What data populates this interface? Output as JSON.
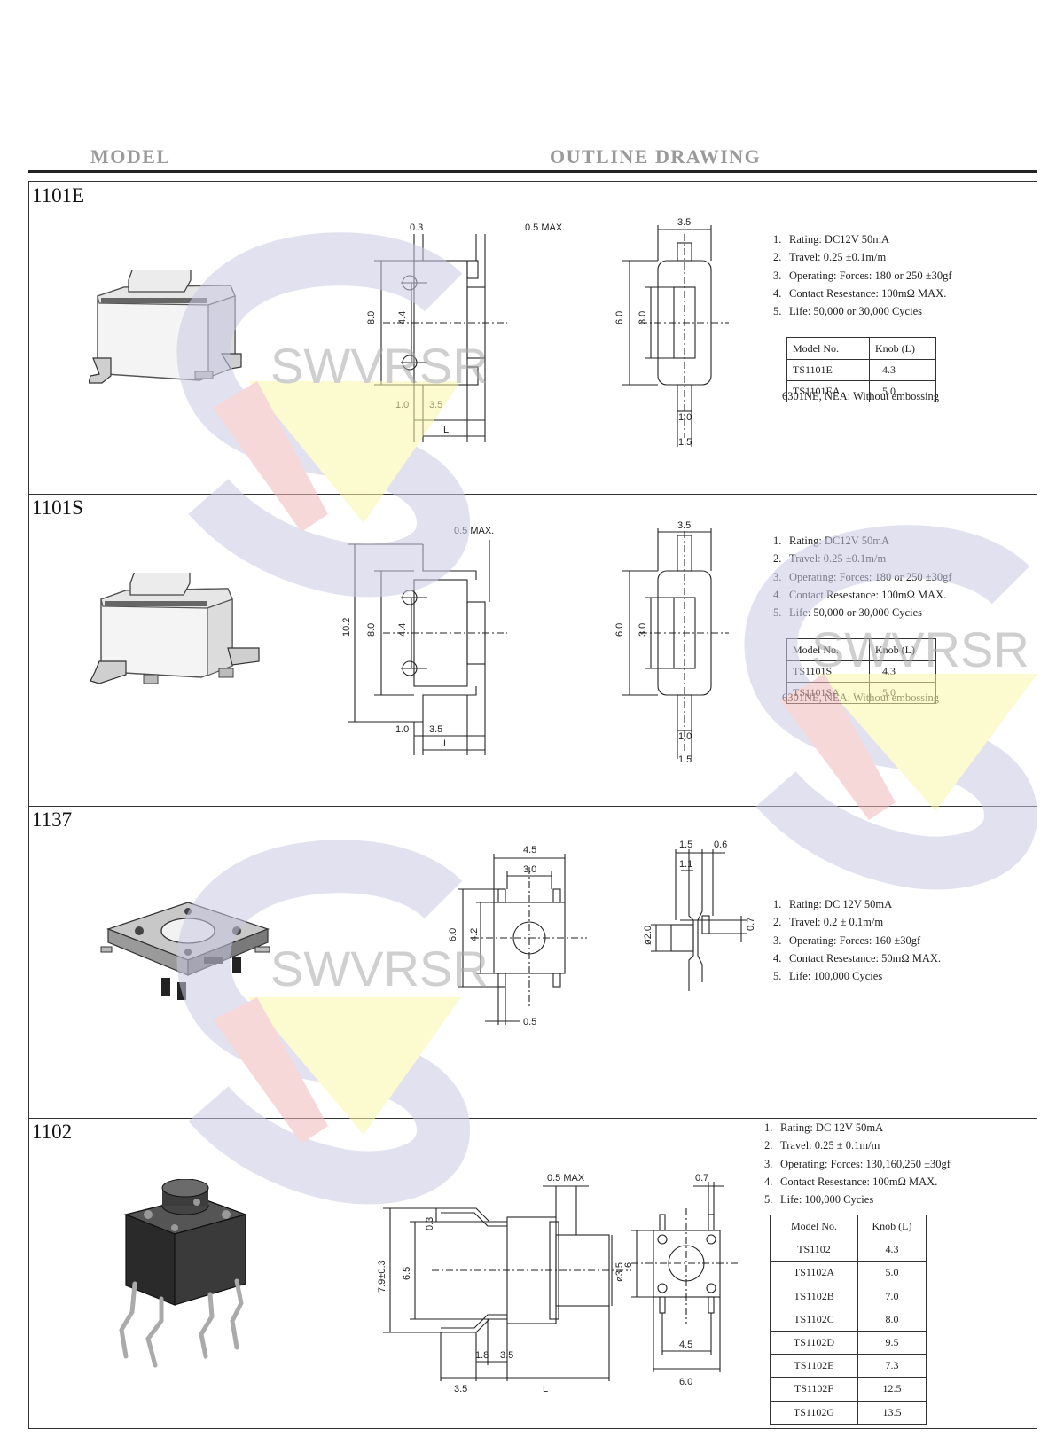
{
  "header": {
    "model_label": "MODEL",
    "outline_label": "OUTLINE DRAWING"
  },
  "watermark": {
    "text": "SWVRSR",
    "colors": {
      "s": "#c9c9e4",
      "red": "#f2b9b9",
      "yellow": "#fbf7a8"
    }
  },
  "rows": [
    {
      "model": "1101E",
      "specs": [
        {
          "n": "1.",
          "text": "Rating: DC12V  50mA"
        },
        {
          "n": "2.",
          "text": "Travel: 0.25  ±0.1m/m"
        },
        {
          "n": "3.",
          "text": "Operating:  Forces: 180  or  250  ±30gf"
        },
        {
          "n": "4.",
          "text": "Contact  Resestance:  100mΩ  MAX."
        },
        {
          "n": "5.",
          "text": "Life: 50,000  or  30,000  Cycies"
        }
      ],
      "table": {
        "headers": [
          "Model No.",
          "Knob (L)"
        ],
        "rows": [
          [
            "TS1101E",
            "4.3"
          ],
          [
            "TS1101EA",
            "5.0"
          ]
        ]
      },
      "note": "6301NE, NEA:  Without  embossing",
      "dims": {
        "a": "0.3",
        "b": "0.5 MAX.",
        "c": "3.5",
        "d": "8.0",
        "e": "4.4",
        "f": "6.0",
        "g": "3.0",
        "h": "1.0",
        "i": "3.5",
        "j": "L",
        "k": "1.0",
        "l": "1.5"
      }
    },
    {
      "model": "1101S",
      "specs": [
        {
          "n": "1.",
          "text": "Rating: DC12V  50mA"
        },
        {
          "n": "2.",
          "text": "Travel: 0.25  ±0.1m/m"
        },
        {
          "n": "3.",
          "text": "Operating:  Forces: 180  or  250  ±30gf"
        },
        {
          "n": "4.",
          "text": "Contact  Resestance:  100mΩ  MAX."
        },
        {
          "n": "5.",
          "text": "Life: 50,000  or  30,000  Cycies"
        }
      ],
      "table": {
        "headers": [
          "Model No.",
          "Knob (L)"
        ],
        "rows": [
          [
            "TS1101S",
            "4.3"
          ],
          [
            "TS1101SA",
            "5.0"
          ]
        ]
      },
      "note": "6301NE, NEA:  Without  embossing",
      "dims": {
        "a": "0.5 MAX.",
        "b": "3.5",
        "c": "10.2",
        "d": "8.0",
        "e": "4.4",
        "f": "6.0",
        "g": "3.0",
        "h": "1.0",
        "i": "3.5",
        "j": "L",
        "k": "1.0",
        "l": "1.5"
      }
    },
    {
      "model": "1137",
      "specs": [
        {
          "n": "1.",
          "text": "Rating: DC  12V  50mA"
        },
        {
          "n": "2.",
          "text": "Travel:  0.2  ±  0.1m/m"
        },
        {
          "n": "3.",
          "text": "Operating:  Forces: 160    ±30gf"
        },
        {
          "n": "4.",
          "text": "Contact  Resestance:  50mΩ  MAX."
        },
        {
          "n": "5.",
          "text": "Life:  100,000     Cycies"
        }
      ],
      "dims": {
        "a": "4.5",
        "b": "3.0",
        "c": "6.0",
        "d": "4.2",
        "e": "0.5",
        "f": "1.5",
        "g": "0.6",
        "h": "1.1",
        "i": "ø2.0",
        "j": "0.7"
      }
    },
    {
      "model": "1102",
      "specs": [
        {
          "n": "1.",
          "text": "Rating: DC  12V  50mA"
        },
        {
          "n": "2.",
          "text": "Travel:  0.25  ±  0.1m/m"
        },
        {
          "n": "3.",
          "text": "Operating:  Forces: 130,160,250    ±30gf"
        },
        {
          "n": "4.",
          "text": "Contact  Resestance:  100mΩ  MAX."
        },
        {
          "n": "5.",
          "text": "Life:  100,000     Cycies"
        }
      ],
      "table": {
        "headers": [
          "Model No.",
          "Knob (L)"
        ],
        "rows": [
          [
            "TS1102",
            "4.3"
          ],
          [
            "TS1102A",
            "5.0"
          ],
          [
            "TS1102B",
            "7.0"
          ],
          [
            "TS1102C",
            "8.0"
          ],
          [
            "TS1102D",
            "9.5"
          ],
          [
            "TS1102E",
            "7.3"
          ],
          [
            "TS1102F",
            "12.5"
          ],
          [
            "TS1102G",
            "13.5"
          ]
        ]
      },
      "dims": {
        "a": "0.5 MAX",
        "b": "7.9±0.3",
        "c": "6.5",
        "d": "0.3",
        "e": "ø3.5",
        "f": "1.8",
        "g": "3.5",
        "h": "3.5",
        "i": "L",
        "j": "0.7",
        "k": "6",
        "l": "4.5",
        "m": "6.0"
      }
    }
  ]
}
